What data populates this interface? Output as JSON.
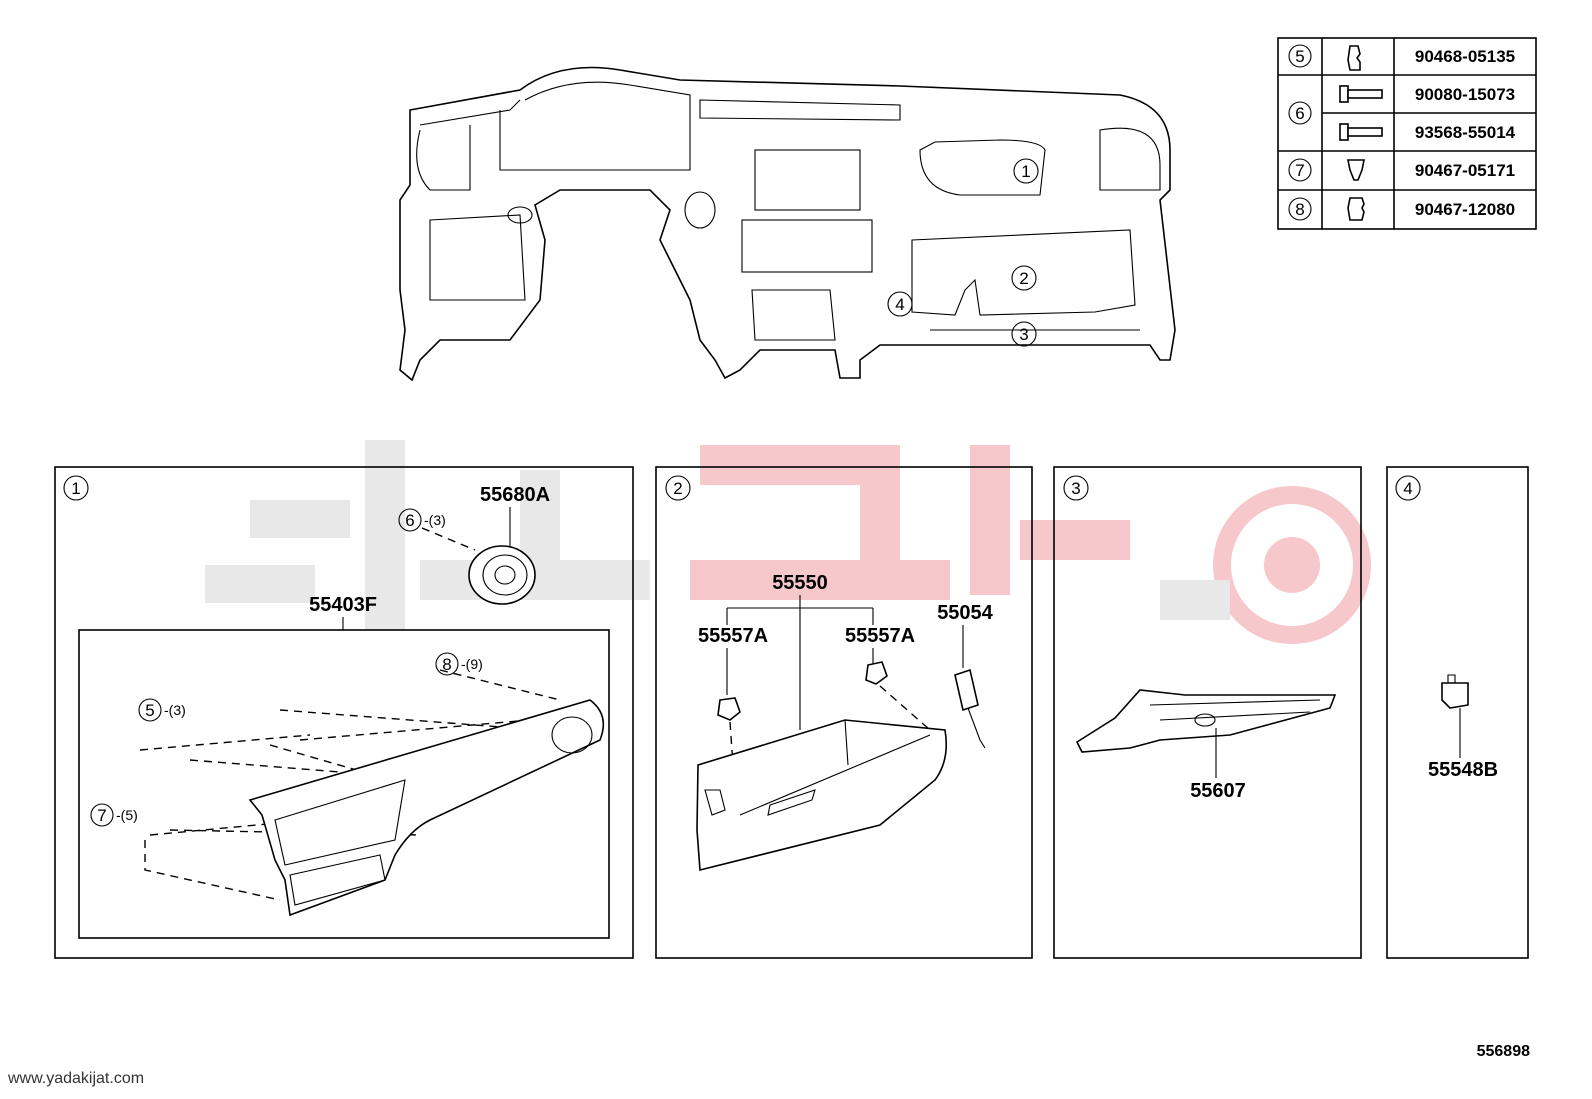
{
  "diagram_id": "556898",
  "watermark_url": "www.yadakijat.com",
  "fastener_table": [
    {
      "callout": "5",
      "part_numbers": [
        "90468-05135"
      ]
    },
    {
      "callout": "6",
      "part_numbers": [
        "90080-15073",
        "93568-55014"
      ]
    },
    {
      "callout": "7",
      "part_numbers": [
        "90467-05171"
      ]
    },
    {
      "callout": "8",
      "part_numbers": [
        "90467-12080"
      ]
    }
  ],
  "overview_callouts": [
    "1",
    "2",
    "3",
    "4"
  ],
  "panels": [
    {
      "id": "1",
      "parts": [
        "55680A",
        "55403F"
      ],
      "callouts": [
        {
          "num": "6",
          "qty": "-(3)"
        },
        {
          "num": "8",
          "qty": "-(9)"
        },
        {
          "num": "5",
          "qty": "-(3)"
        },
        {
          "num": "7",
          "qty": "-(5)"
        }
      ]
    },
    {
      "id": "2",
      "parts": [
        "55550",
        "55557A",
        "55557A",
        "55054"
      ]
    },
    {
      "id": "3",
      "parts": [
        "55607"
      ]
    },
    {
      "id": "4",
      "parts": [
        "55548B"
      ]
    }
  ]
}
